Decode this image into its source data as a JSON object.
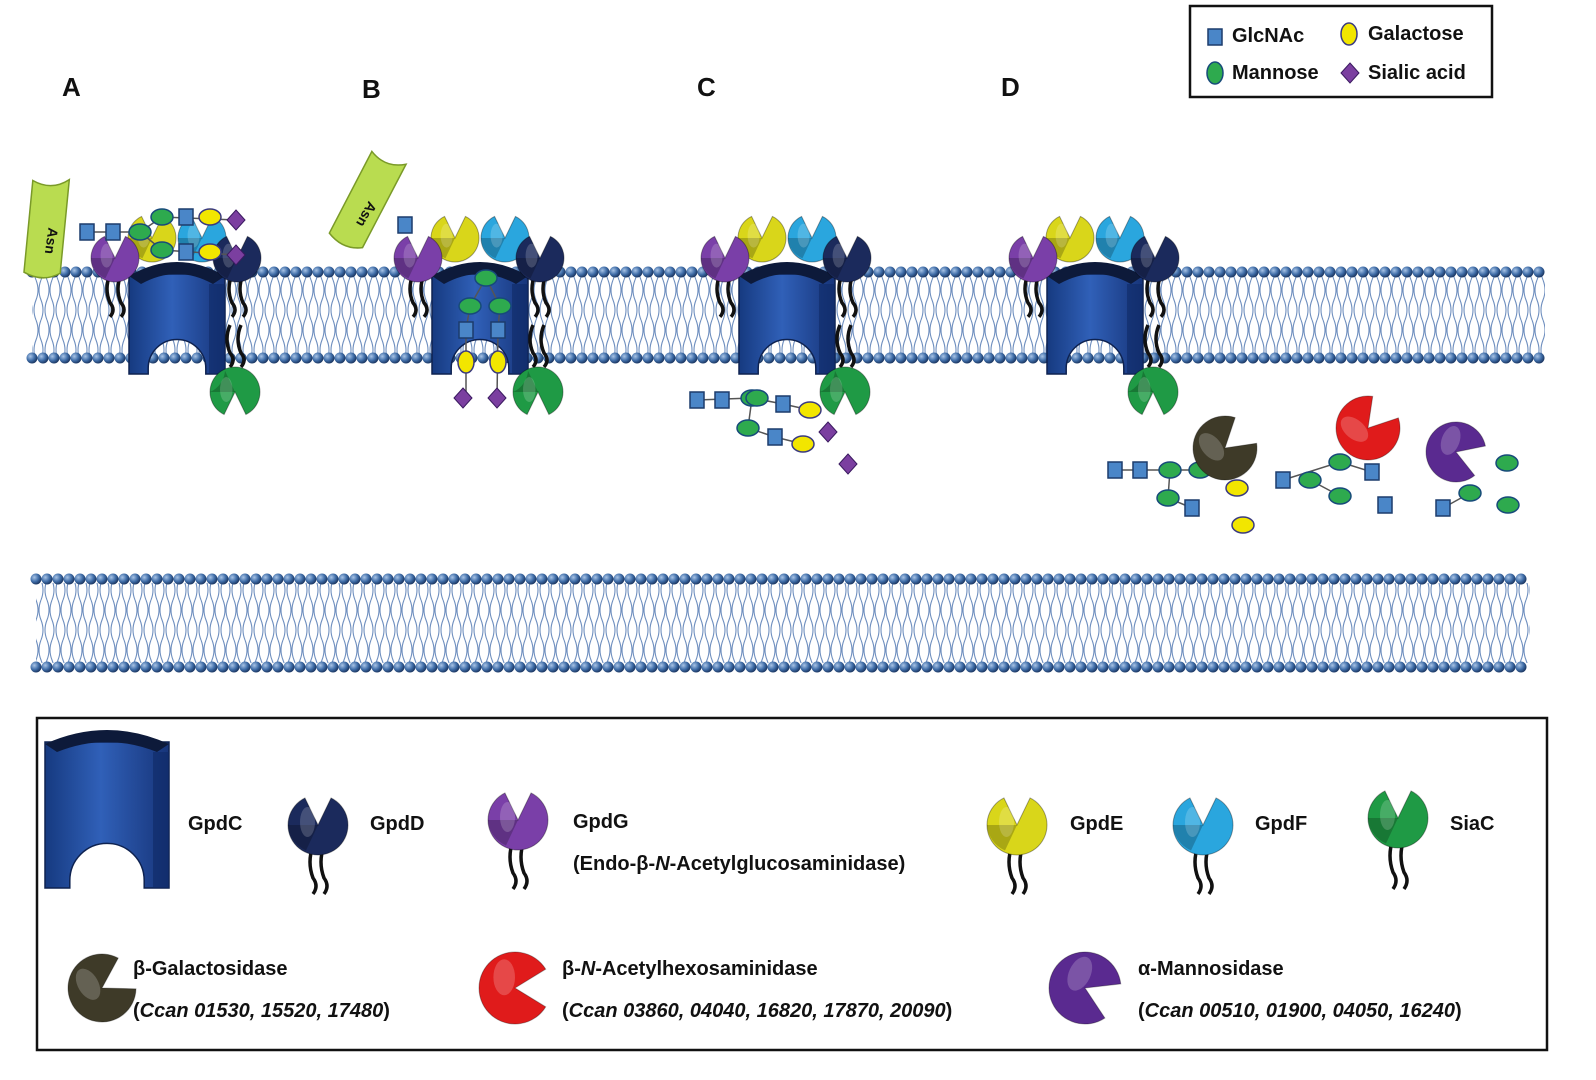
{
  "panels": [
    "A",
    "B",
    "C",
    "D"
  ],
  "anchor_label": "Asn",
  "sugar_legend": {
    "glcnac": "GlcNAc",
    "galactose": "Galactose",
    "mannose": "Mannose",
    "sialic_acid": "Sialic acid"
  },
  "colors": {
    "glcnac": "#4a86c8",
    "mannose": "#2eaa4e",
    "galactose": "#f2e600",
    "sialic_acid": "#7b3fa0",
    "gpdc": "#2a4f9a",
    "gpdd": "#1b2a5c",
    "gpdg": "#7a3fa8",
    "gpde": "#d9d61a",
    "gpdf": "#2aa6de",
    "siac": "#1f9a45",
    "beta_galactosidase": "#3e3a28",
    "beta_hexosaminidase": "#e01b1b",
    "alpha_mannosidase": "#5a2a90",
    "membrane_head": "#3f6da8"
  },
  "protein_legend": {
    "gpdc": "GpdC",
    "gpdd": "GpdD",
    "gpdg": "GpdG",
    "gpdg_desc": {
      "prefix": "(Endo-β-",
      "italic": "N",
      "suffix": "-Acetylglucosaminidase)"
    },
    "gpde": "GpdE",
    "gpdf": "GpdF",
    "siac": "SiaC"
  },
  "glycosidases": [
    {
      "name": "β-Galactosidase",
      "name_prefix": "β-Galactosidase",
      "name_italic": "",
      "name_suffix": "",
      "genes_italic": "Ccan 01530, 15520, 17480"
    },
    {
      "name": "β-N-Acetylhexosaminidase",
      "name_prefix": "β-",
      "name_italic": "N",
      "name_suffix": "-Acetylhexosaminidase",
      "genes_italic": "Ccan 03860, 04040, 16820, 17870, 20090"
    },
    {
      "name": "α-Mannosidase",
      "name_prefix": "α-Mannosidase",
      "name_italic": "",
      "name_suffix": "",
      "genes_italic": "Ccan 00510, 01900, 04050, 16240"
    }
  ],
  "paren_open": "(",
  "paren_close": ")"
}
